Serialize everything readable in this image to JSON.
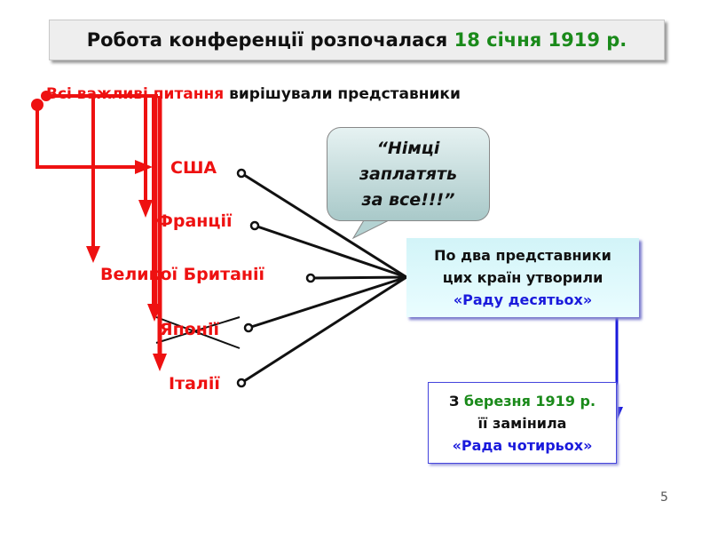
{
  "title": {
    "prefix": "Робота конференції розпочалася ",
    "date": "18 січня 1919 р."
  },
  "subtitle": {
    "highlight": "Всі важливі питання",
    "rest": " вирішували представники"
  },
  "countries": [
    "США",
    "Франції",
    "Великої Британії",
    "Японії",
    "Італії"
  ],
  "quote": {
    "line1": "“Німці",
    "line2": "заплатять",
    "line3": "за все!!!”"
  },
  "council_of_ten": {
    "line1": "По два представники",
    "line2": "цих країн утворили",
    "name": "«Раду десятьох»"
  },
  "council_of_four": {
    "prefix": "З ",
    "date": "березня 1919 р.",
    "line2": "її замінила",
    "name": "«Рада чотирьох»"
  },
  "page_number": "5",
  "colors": {
    "red": "#ee1111",
    "green": "#1a8a1a",
    "blue": "#1a1adc"
  }
}
